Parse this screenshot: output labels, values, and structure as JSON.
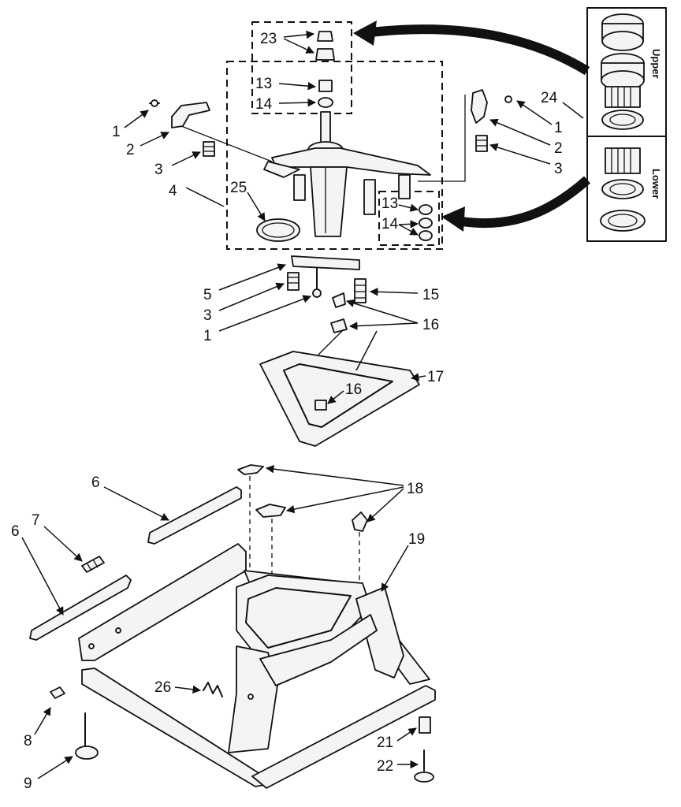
{
  "diagram": {
    "callouts": [
      {
        "id": "c23",
        "text": "23"
      },
      {
        "id": "c13a",
        "text": "13"
      },
      {
        "id": "c14a",
        "text": "14"
      },
      {
        "id": "c1a",
        "text": "1"
      },
      {
        "id": "c2a",
        "text": "2"
      },
      {
        "id": "c3a",
        "text": "3"
      },
      {
        "id": "c4",
        "text": "4"
      },
      {
        "id": "c25",
        "text": "25"
      },
      {
        "id": "c1b",
        "text": "1"
      },
      {
        "id": "c2b",
        "text": "2"
      },
      {
        "id": "c3b",
        "text": "3"
      },
      {
        "id": "c24",
        "text": "24"
      },
      {
        "id": "c13b",
        "text": "13"
      },
      {
        "id": "c14b",
        "text": "14"
      },
      {
        "id": "c5",
        "text": "5"
      },
      {
        "id": "c3c",
        "text": "3"
      },
      {
        "id": "c1c",
        "text": "1"
      },
      {
        "id": "c15",
        "text": "15"
      },
      {
        "id": "c16a",
        "text": "16"
      },
      {
        "id": "c17",
        "text": "17"
      },
      {
        "id": "c16b",
        "text": "16"
      },
      {
        "id": "c6a",
        "text": "6"
      },
      {
        "id": "c18",
        "text": "18"
      },
      {
        "id": "c7",
        "text": "7"
      },
      {
        "id": "c6b",
        "text": "6"
      },
      {
        "id": "c19",
        "text": "19"
      },
      {
        "id": "c26",
        "text": "26"
      },
      {
        "id": "c8",
        "text": "8"
      },
      {
        "id": "c9",
        "text": "9"
      },
      {
        "id": "c21",
        "text": "21"
      },
      {
        "id": "c22",
        "text": "22"
      }
    ],
    "bearing_panel": {
      "upper_label": "Upper",
      "lower_label": "Lower"
    }
  }
}
